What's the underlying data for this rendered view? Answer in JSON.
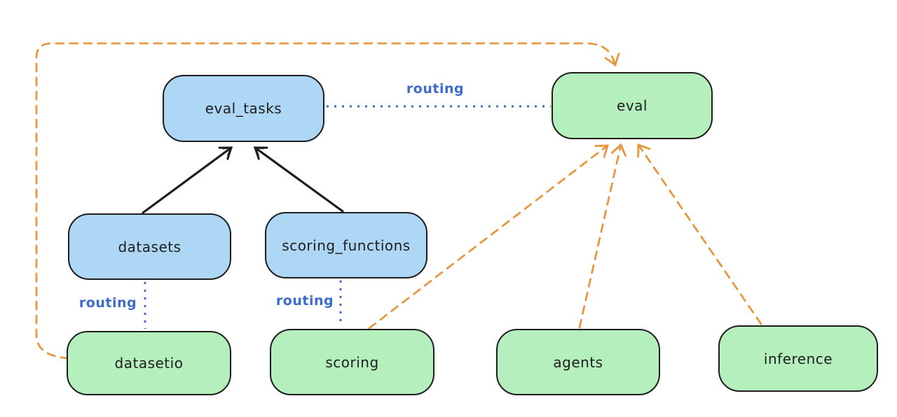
{
  "diagram": {
    "nodes": {
      "eval_tasks": {
        "label": "eval_tasks"
      },
      "eval": {
        "label": "eval"
      },
      "datasets": {
        "label": "datasets"
      },
      "scoring_functions": {
        "label": "scoring_functions"
      },
      "datasetio": {
        "label": "datasetio"
      },
      "scoring": {
        "label": "scoring"
      },
      "agents": {
        "label": "agents"
      },
      "inference": {
        "label": "inference"
      }
    },
    "edges": [
      {
        "from": "datasets",
        "to": "eval_tasks",
        "style": "solid-arrow",
        "color": "#1e1e1e"
      },
      {
        "from": "scoring_functions",
        "to": "eval_tasks",
        "style": "solid-arrow",
        "color": "#1e1e1e"
      },
      {
        "from": "eval_tasks",
        "to": "eval",
        "style": "dotted-line",
        "label": "routing",
        "color": "#3d6cc8"
      },
      {
        "from": "datasets",
        "to": "datasetio",
        "style": "dotted-line",
        "label": "routing",
        "color": "#3d6cc8"
      },
      {
        "from": "scoring_functions",
        "to": "scoring",
        "style": "dotted-line",
        "label": "routing",
        "color": "#3d6cc8"
      },
      {
        "from": "datasetio",
        "to": "eval",
        "style": "dashed-arrow",
        "color": "#e8973f"
      },
      {
        "from": "scoring",
        "to": "eval",
        "style": "dashed-arrow",
        "color": "#e8973f"
      },
      {
        "from": "agents",
        "to": "eval",
        "style": "dashed-arrow",
        "color": "#e8973f"
      },
      {
        "from": "inference",
        "to": "eval",
        "style": "dashed-arrow",
        "color": "#e8973f"
      }
    ],
    "colors": {
      "blue_node_fill": "#aed7f5",
      "green_node_fill": "#b5efbe",
      "node_border": "#1e1e1e",
      "routing_blue": "#3d6cc8",
      "orange_dashed": "#e8973f",
      "black_arrow": "#1e1e1e",
      "background": "#ffffff"
    }
  }
}
